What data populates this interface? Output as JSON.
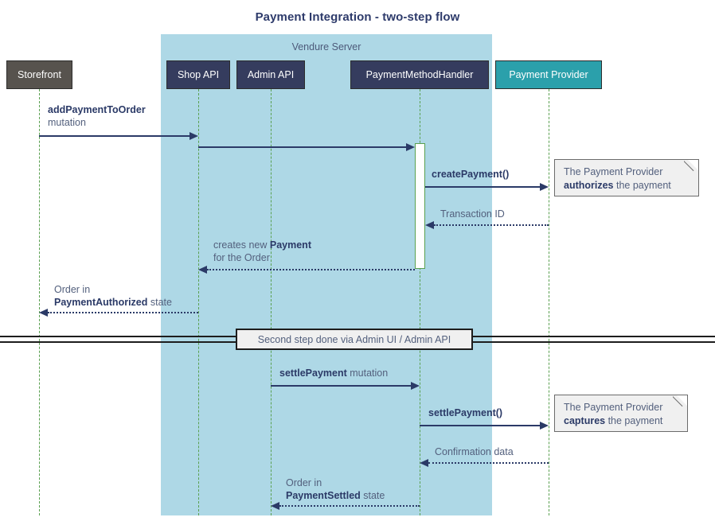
{
  "diagram": {
    "title": "Payment Integration - two-step flow",
    "type": "sequence-diagram",
    "colors": {
      "group_background": "#aed8e6",
      "participant_default": "#353c5e",
      "participant_storefront": "#57534e",
      "participant_provider": "#2ba0ab",
      "lifeline": "#5aa050",
      "arrow": "#2b3a67",
      "note_background": "#f0f0f0",
      "text": "#53607d"
    }
  },
  "group": {
    "label": "Vendure Server"
  },
  "participants": [
    {
      "id": "storefront",
      "label": "Storefront",
      "color": "#57534e"
    },
    {
      "id": "shop-api",
      "label": "Shop API",
      "color": "#353c5e"
    },
    {
      "id": "admin-api",
      "label": "Admin API",
      "color": "#353c5e"
    },
    {
      "id": "payment-method-handler",
      "label": "PaymentMethodHandler",
      "color": "#353c5e"
    },
    {
      "id": "payment-provider",
      "label": "Payment Provider",
      "color": "#2ba0ab"
    }
  ],
  "messages": [
    {
      "id": "add-payment-to-order",
      "from": "storefront",
      "to": "shop-api",
      "style": "solid",
      "direction": "right",
      "label_lines": [
        {
          "bold": "addPaymentToOrder",
          "plain": ""
        },
        {
          "bold": "",
          "plain": "mutation"
        }
      ]
    },
    {
      "id": "shop-api-to-handler",
      "from": "shop-api",
      "to": "payment-method-handler",
      "style": "solid",
      "direction": "right",
      "label_lines": []
    },
    {
      "id": "create-payment",
      "from": "payment-method-handler",
      "to": "payment-provider",
      "style": "solid",
      "direction": "right",
      "label_lines": [
        {
          "bold": "createPayment()",
          "plain": ""
        }
      ]
    },
    {
      "id": "transaction-id",
      "from": "payment-provider",
      "to": "payment-method-handler",
      "style": "dotted",
      "direction": "left",
      "label_lines": [
        {
          "bold": "",
          "plain": "Transaction ID"
        }
      ]
    },
    {
      "id": "creates-new-payment",
      "from": "payment-method-handler",
      "to": "shop-api",
      "style": "dotted",
      "direction": "left",
      "label_lines": [
        {
          "plain": "creates new ",
          "bold": "Payment"
        },
        {
          "plain": "for the Order",
          "bold": ""
        }
      ]
    },
    {
      "id": "order-payment-authorized",
      "from": "shop-api",
      "to": "storefront",
      "style": "dotted",
      "direction": "left",
      "label_lines": [
        {
          "plain": "Order in",
          "bold": ""
        },
        {
          "bold": "PaymentAuthorized",
          "plain": " state"
        }
      ]
    },
    {
      "id": "settle-payment-mutation",
      "from": "admin-api",
      "to": "payment-method-handler",
      "style": "solid",
      "direction": "right",
      "label_lines": [
        {
          "bold": "settlePayment",
          "plain": " mutation"
        }
      ]
    },
    {
      "id": "settle-payment-call",
      "from": "payment-method-handler",
      "to": "payment-provider",
      "style": "solid",
      "direction": "right",
      "label_lines": [
        {
          "bold": "settlePayment()",
          "plain": ""
        }
      ]
    },
    {
      "id": "confirmation-data",
      "from": "payment-provider",
      "to": "payment-method-handler",
      "style": "dotted",
      "direction": "left",
      "label_lines": [
        {
          "bold": "",
          "plain": "Confirmation data"
        }
      ]
    },
    {
      "id": "order-payment-settled",
      "from": "payment-method-handler",
      "to": "admin-api",
      "style": "dotted",
      "direction": "left",
      "label_lines": [
        {
          "plain": "Order in",
          "bold": ""
        },
        {
          "bold": "PaymentSettled",
          "plain": " state"
        }
      ]
    }
  ],
  "notes": [
    {
      "id": "authorizes-note",
      "line1_plain": "The Payment Provider",
      "line2_bold": "authorizes",
      "line2_plain": " the payment"
    },
    {
      "id": "captures-note",
      "line1_plain": "The Payment Provider",
      "line2_bold": "captures",
      "line2_plain": " the payment"
    }
  ],
  "divider": {
    "label": "Second step done via Admin UI / Admin API"
  },
  "labels": {
    "m1_bold": "addPaymentToOrder",
    "m1_plain": "mutation",
    "m3_bold": "createPayment()",
    "m4_plain": "Transaction ID",
    "m5_plain1": "creates new ",
    "m5_bold1": "Payment",
    "m5_plain2": "for the Order",
    "m6_plain1": "Order in",
    "m6_bold": "PaymentAuthorized",
    "m6_plain2": " state",
    "m7_bold": "settlePayment",
    "m7_plain": " mutation",
    "m8_bold": "settlePayment()",
    "m9_plain": "Confirmation data",
    "m10_plain1": "Order in",
    "m10_bold": "PaymentSettled",
    "m10_plain2": " state",
    "note1_l1": "The Payment Provider",
    "note1_bold": "authorizes",
    "note1_l2": " the payment",
    "note2_l1": "The Payment Provider",
    "note2_bold": "captures",
    "note2_l2": " the payment"
  }
}
